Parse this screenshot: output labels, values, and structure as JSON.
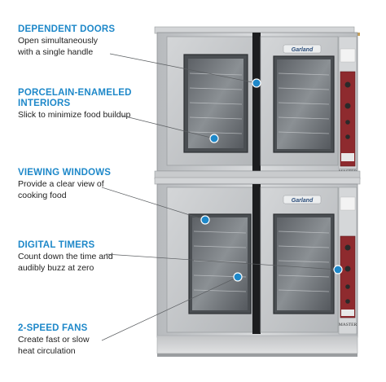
{
  "features": [
    {
      "title": "DEPENDENT DOORS",
      "lines": [
        "Open simultaneously",
        "with a single handle"
      ]
    },
    {
      "title": "PORCELAIN-ENAMELED",
      "title2": "INTERIORS",
      "lines": [
        "Slick to minimize food buildup"
      ]
    },
    {
      "title": "VIEWING WINDOWS",
      "lines": [
        "Provide a clear view of",
        "cooking food"
      ]
    },
    {
      "title": "DIGITAL TIMERS",
      "lines": [
        "Count down the time and",
        "audibly buzz at zero"
      ]
    },
    {
      "title": "2-SPEED FANS",
      "lines": [
        "Create fast or slow",
        "heat circulation"
      ]
    }
  ],
  "oven": {
    "brand": "Garland",
    "model_badge": "MASTER"
  },
  "colors": {
    "accent": "#1e88c9",
    "stainless": "#c9cbcd",
    "control_red": "#8e2a2e"
  }
}
